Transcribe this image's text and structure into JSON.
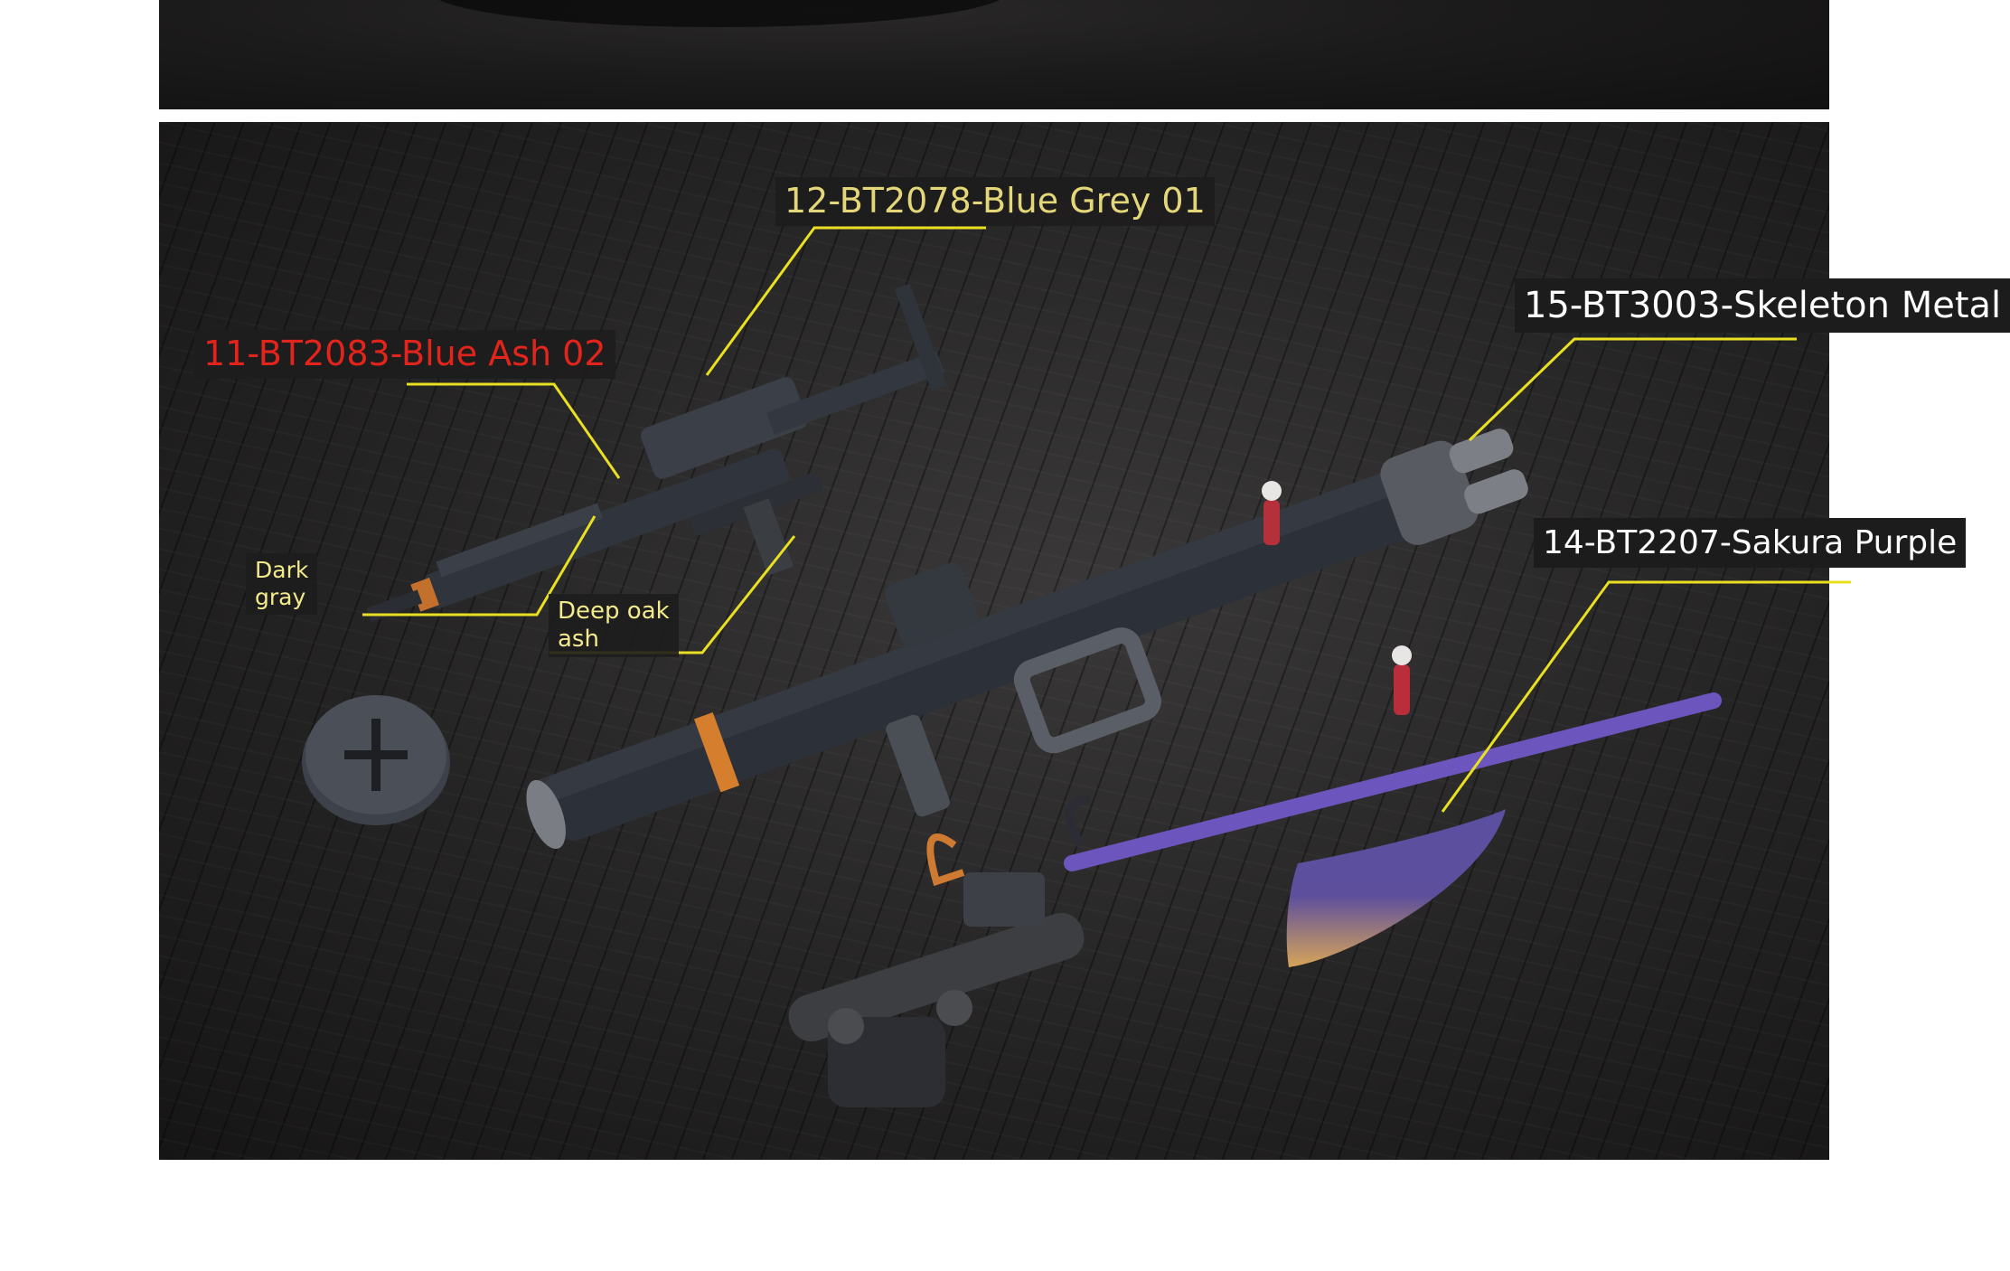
{
  "labels": {
    "blue_grey": "12-BT2078-Blue Grey 01",
    "blue_ash": "11-BT2083-Blue Ash 02",
    "skeleton_metal": "15-BT3003-Skeleton Metal",
    "sakura_purple": "14-BT2207-Sakura Purple",
    "dark_gray_line1": "Dark",
    "dark_gray_line2": "gray",
    "deep_oak_line1": "Deep oak",
    "deep_oak_line2": "ash"
  },
  "colors": {
    "blue_grey_text": "#e3d77a",
    "blue_ash_text": "#e2241d",
    "skeleton_metal_text": "#ffffff",
    "sakura_purple_text": "#ffffff",
    "small_label_text": "#f2ea8c",
    "leader_line": "#e8e021",
    "label_box": "#1d1c1c"
  },
  "icons": {
    "rifle": "rifle-icon",
    "bazooka": "bazooka-icon",
    "axe": "axe-icon",
    "round_cap": "cap-icon",
    "tracked_base": "tracked-base-icon",
    "pilot_figures": "pilot-figure-icon"
  }
}
